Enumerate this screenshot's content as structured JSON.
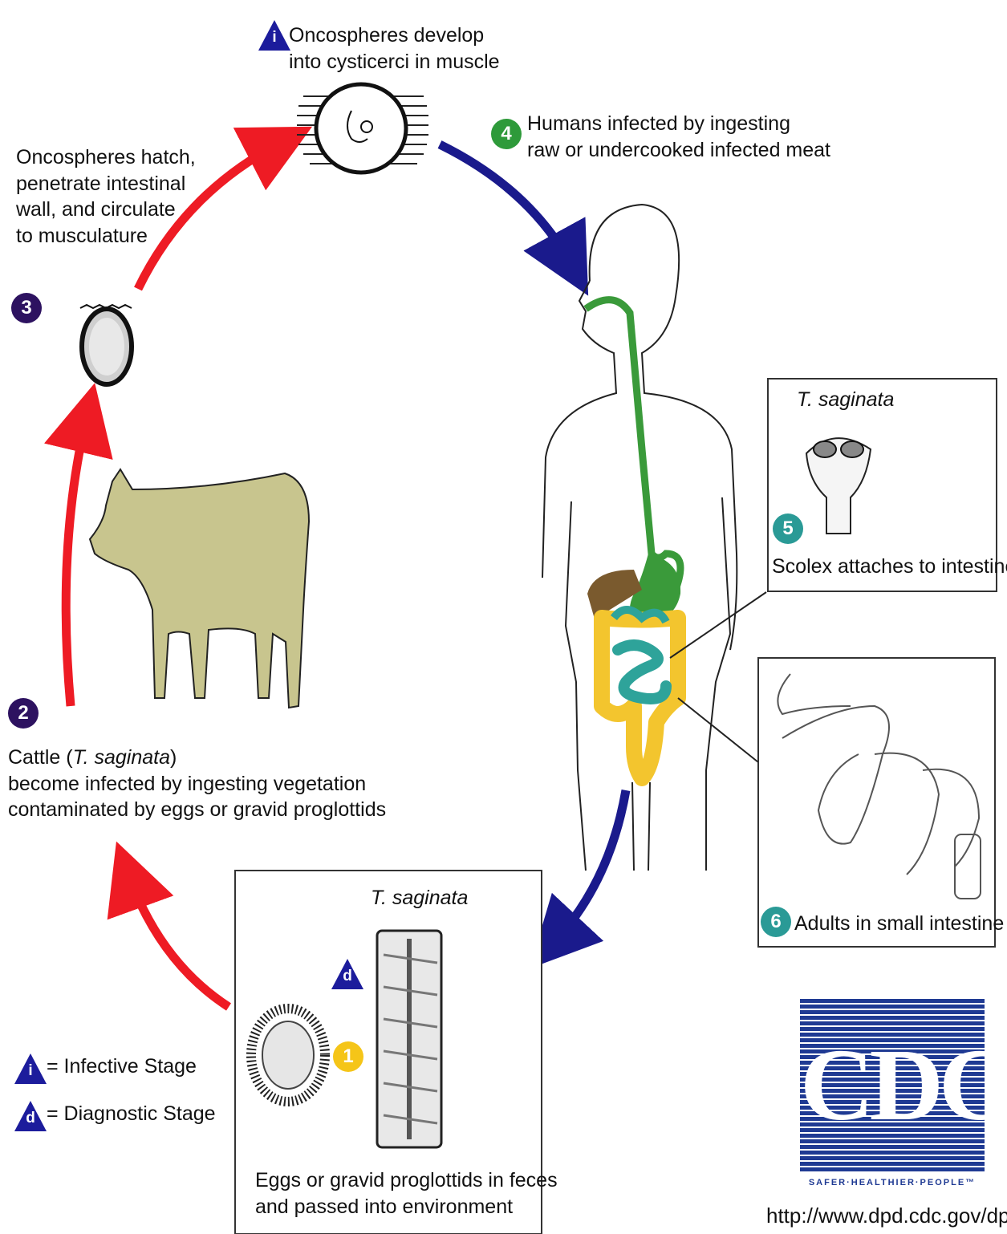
{
  "stage1": {
    "number": "1",
    "lines": [
      "Eggs or gravid proglottids in feces",
      "and passed into environment"
    ],
    "species": "T. saginata"
  },
  "stage2": {
    "number": "2",
    "line1_prefix": "Cattle (",
    "line1_species": "T. saginata",
    "line1_suffix": ")",
    "lines": [
      "become infected by ingesting vegetation",
      "contaminated by eggs or gravid proglottids"
    ]
  },
  "stage3": {
    "number": "3",
    "lines": [
      "Oncospheres hatch,",
      "penetrate intestinal",
      "wall, and circulate",
      "to musculature"
    ]
  },
  "stage_i": {
    "marker": "i",
    "lines": [
      "Oncospheres develop",
      "into cysticerci in muscle"
    ]
  },
  "stage4": {
    "number": "4",
    "lines": [
      "Humans infected by ingesting",
      "raw or undercooked infected meat"
    ]
  },
  "stage5": {
    "number": "5",
    "species": "T. saginata",
    "caption": "Scolex attaches to intestine"
  },
  "stage6": {
    "number": "6",
    "caption": "Adults in small intestine"
  },
  "stage_d": {
    "marker": "d"
  },
  "legend": {
    "infective_marker": "i",
    "infective": "= Infective Stage",
    "diagnostic_marker": "d",
    "diagnostic": "= Diagnostic Stage"
  },
  "logo": {
    "text": "CDC",
    "tagline": "SAFER·HEALTHIER·PEOPLE™"
  },
  "url": "http://www.dpd.cdc.gov/dpdx",
  "colors": {
    "red_arrow": "#ee1b24",
    "blue_arrow": "#1a1a8c",
    "stage_purple": "#2d1260",
    "stage_green": "#2e9a3a",
    "stage_teal": "#2a9a96",
    "stage_yellow": "#f5c518",
    "marker_blue": "#1c1c9c",
    "cow": "#c8c58e",
    "gut_green": "#3a9a3a",
    "colon_yellow": "#f3c52e",
    "small_intestine_teal": "#2ea39a",
    "liver_brown": "#7a5a2e"
  }
}
